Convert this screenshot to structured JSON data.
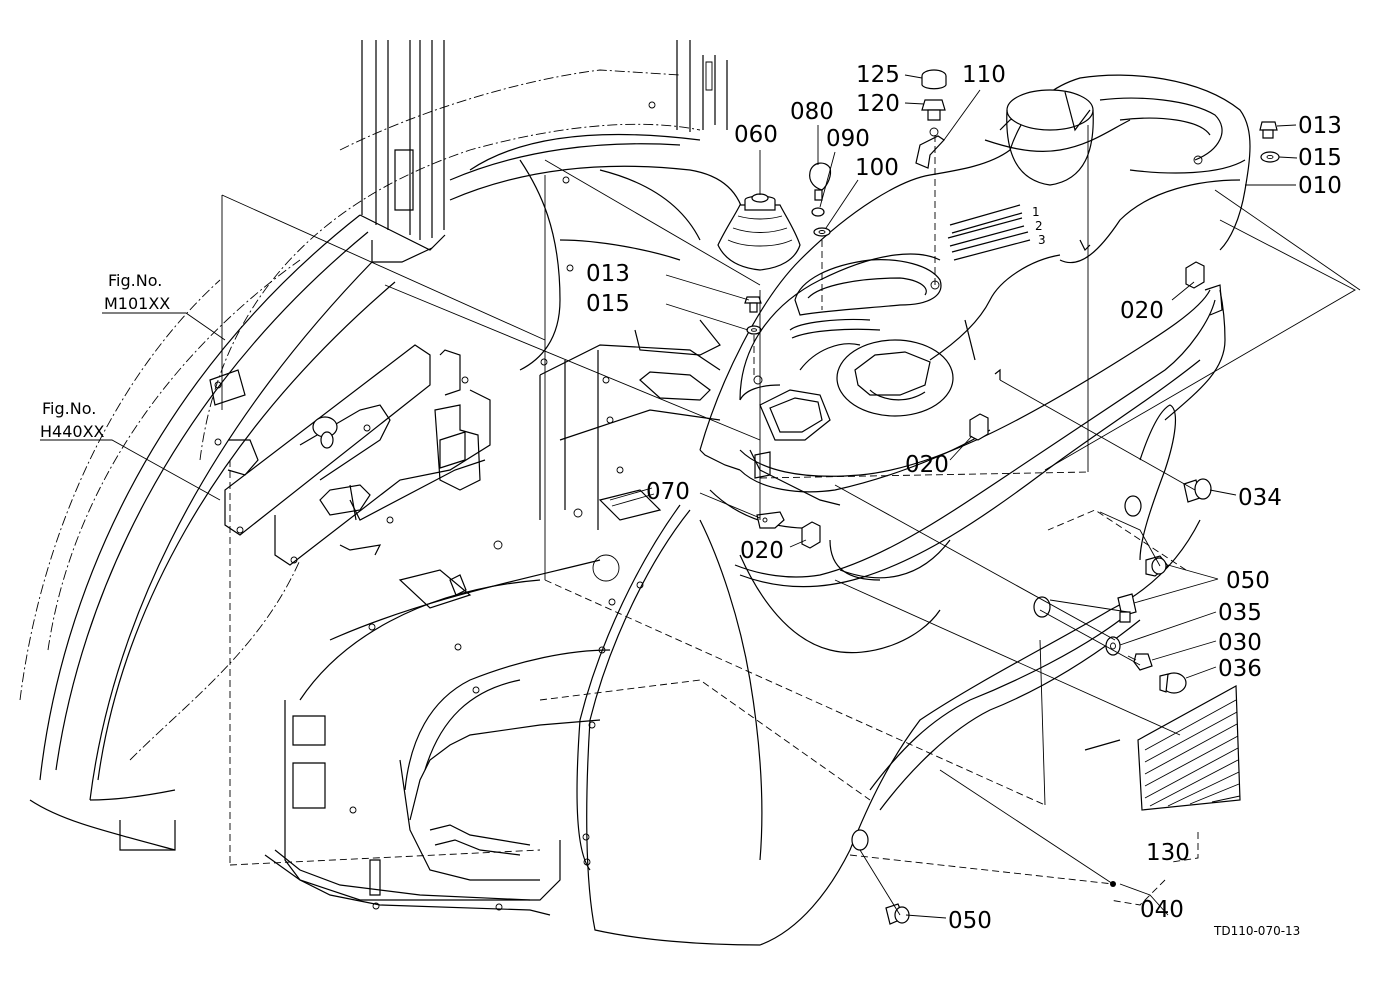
{
  "drawing_ref": "TD110-070-13",
  "fig_refs": [
    {
      "title": "Fig.No.",
      "code": "M101XX"
    },
    {
      "title": "Fig.No.",
      "code": "H440XX"
    }
  ],
  "parts": [
    {
      "id": "p125",
      "label": "125"
    },
    {
      "id": "p120",
      "label": "120"
    },
    {
      "id": "p110",
      "label": "110"
    },
    {
      "id": "p080",
      "label": "080"
    },
    {
      "id": "p090",
      "label": "090"
    },
    {
      "id": "p100",
      "label": "100"
    },
    {
      "id": "p060",
      "label": "060"
    },
    {
      "id": "p013a",
      "label": "013"
    },
    {
      "id": "p015a",
      "label": "015"
    },
    {
      "id": "p010",
      "label": "010"
    },
    {
      "id": "p013b",
      "label": "013"
    },
    {
      "id": "p015b",
      "label": "015"
    },
    {
      "id": "p020a",
      "label": "020"
    },
    {
      "id": "p020b",
      "label": "020"
    },
    {
      "id": "p070",
      "label": "070"
    },
    {
      "id": "p020c",
      "label": "020"
    },
    {
      "id": "p034",
      "label": "034"
    },
    {
      "id": "p050a",
      "label": "050"
    },
    {
      "id": "p035",
      "label": "035"
    },
    {
      "id": "p030",
      "label": "030"
    },
    {
      "id": "p036",
      "label": "036"
    },
    {
      "id": "p130",
      "label": "130"
    },
    {
      "id": "p040",
      "label": "040"
    },
    {
      "id": "p050b",
      "label": "050"
    }
  ]
}
